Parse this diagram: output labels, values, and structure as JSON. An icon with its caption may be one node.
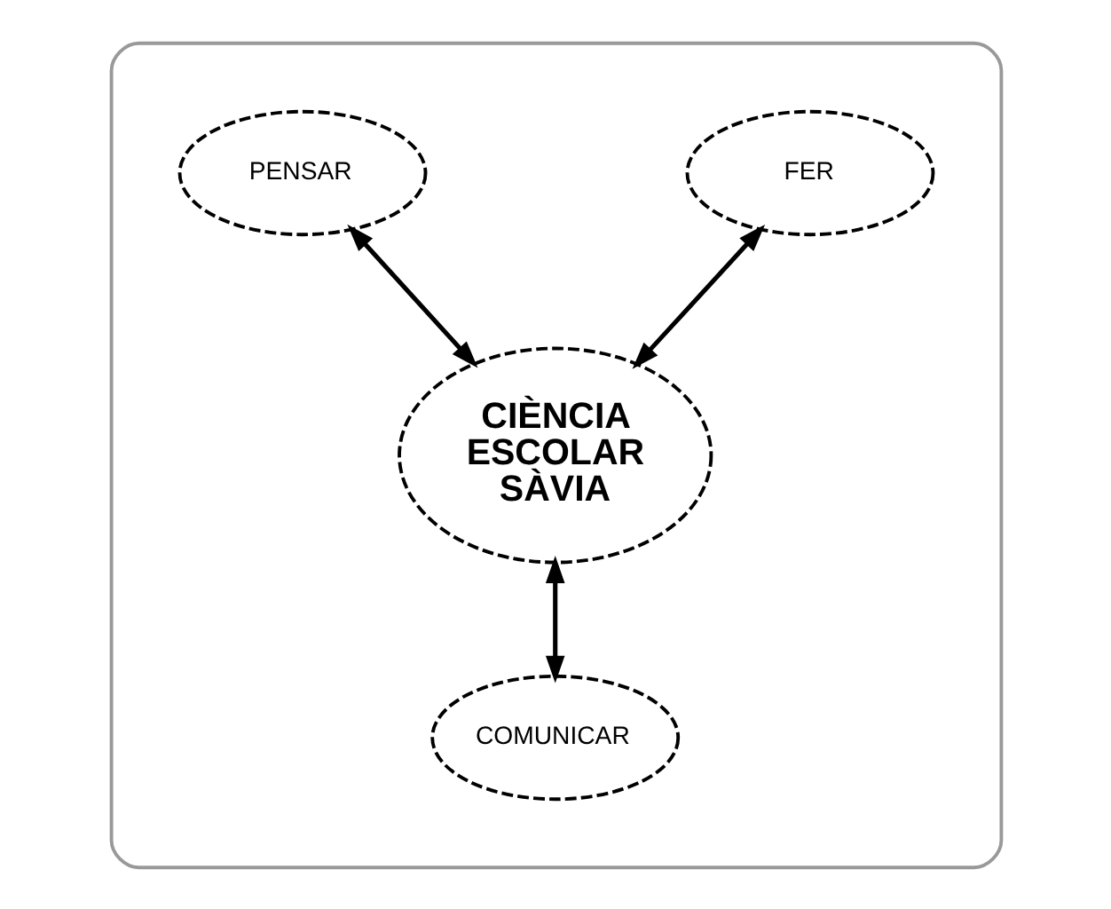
{
  "diagram": {
    "nodes": [
      {
        "text": [],
        "shape": "box"
      },
      {
        "text": [
          "PENSAR"
        ],
        "in": 0
      },
      {
        "text": [
          "FER"
        ],
        "in": 0
      },
      {
        "text": [
          "CIÈNCIA ESCOLAR SÀVIA"
        ],
        "in": 0
      },
      {
        "text": [
          "COMUNICAR"
        ],
        "in": 0
      }
    ],
    "edges": [
      {
        "from": 1,
        "to": 3,
        "arrow": "both"
      },
      {
        "from": 2,
        "to": 3,
        "arrow": "both"
      },
      {
        "from": 3,
        "to": 4,
        "arrow": "both"
      }
    ]
  }
}
